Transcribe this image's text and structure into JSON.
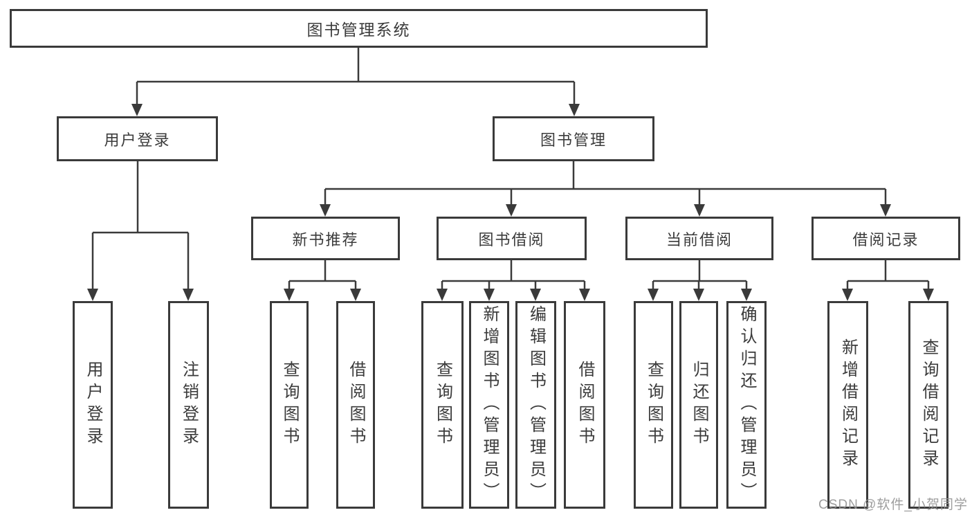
{
  "diagram": {
    "title": "图书管理系统",
    "root": {
      "label": "图书管理系统"
    },
    "level2": [
      {
        "id": "user-login",
        "label": "用户登录"
      },
      {
        "id": "book-management",
        "label": "图书管理"
      }
    ],
    "level3": [
      {
        "id": "new-book-recommend",
        "label": "新书推荐",
        "parent": "图书管理"
      },
      {
        "id": "book-borrow",
        "label": "图书借阅",
        "parent": "图书管理"
      },
      {
        "id": "current-borrow",
        "label": "当前借阅",
        "parent": "图书管理"
      },
      {
        "id": "borrow-record",
        "label": "借阅记录",
        "parent": "图书管理"
      }
    ],
    "leaves": [
      {
        "id": "user-login-leaf",
        "label": "用户登录",
        "parent": "用户登录"
      },
      {
        "id": "logout-leaf",
        "label": "注销登录",
        "parent": "用户登录"
      },
      {
        "id": "query-book-1",
        "label": "查询图书",
        "parent": "新书推荐"
      },
      {
        "id": "borrow-book-1",
        "label": "借阅图书",
        "parent": "新书推荐"
      },
      {
        "id": "query-book-2",
        "label": "查询图书",
        "parent": "图书借阅"
      },
      {
        "id": "add-book-admin",
        "label": "新增图书（管理员）",
        "parent": "图书借阅"
      },
      {
        "id": "edit-book-admin",
        "label": "编辑图书（管理员）",
        "parent": "图书借阅"
      },
      {
        "id": "borrow-book-2",
        "label": "借阅图书",
        "parent": "图书借阅"
      },
      {
        "id": "query-book-3",
        "label": "查询图书",
        "parent": "当前借阅"
      },
      {
        "id": "return-book",
        "label": "归还图书",
        "parent": "当前借阅"
      },
      {
        "id": "confirm-return-admin",
        "label": "确认归还（管理员）",
        "parent": "当前借阅"
      },
      {
        "id": "add-borrow-record",
        "label": "新增借阅记录",
        "parent": "借阅记录"
      },
      {
        "id": "query-borrow-record",
        "label": "查询借阅记录",
        "parent": "借阅记录"
      }
    ]
  },
  "watermark": {
    "text": "CSDN @软件_小贺同学"
  },
  "colors": {
    "line": "#3a3a3a",
    "border": "#3a3a3a",
    "text": "#3b3b3b",
    "watermark": "#949494",
    "background": "#ffffff"
  }
}
